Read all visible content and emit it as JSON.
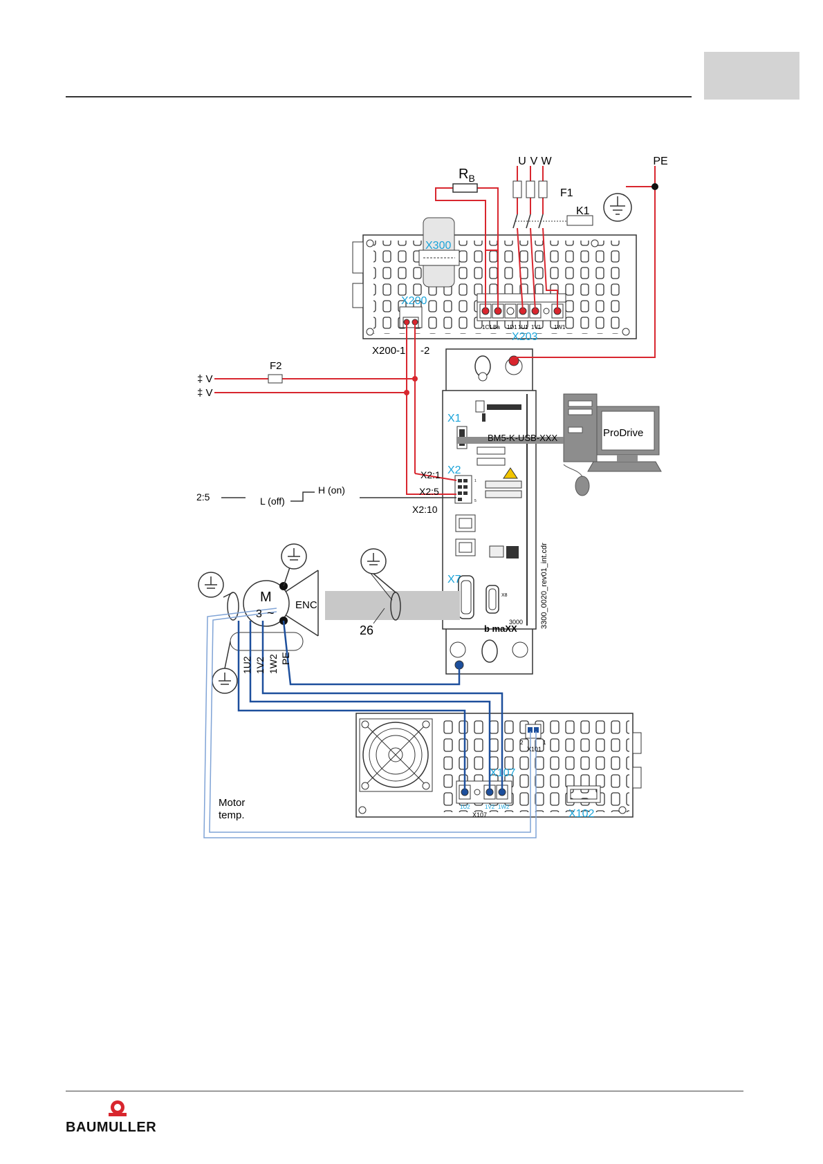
{
  "header": {
    "chapter_tab": ""
  },
  "footer": {
    "brand": "BAUMULLER"
  },
  "diagram": {
    "mains": {
      "u": "U",
      "v": "V",
      "w": "W",
      "pe": "PE"
    },
    "fuse_f1": "F1",
    "contactor_k1": "K1",
    "resistor": {
      "r": "R",
      "sub": "B"
    },
    "fuse_f2": "F2",
    "supply_plus": "‡ V",
    "supply_minus": "‡ V",
    "x300": "X300",
    "x200": "X200",
    "x200_1": "X200-1",
    "x200_2": "-2",
    "x203": "X203",
    "x203_terminals": [
      "1C1",
      "Ba",
      "1D1",
      "1U1",
      "1V1",
      "1W1"
    ],
    "x1": "X1",
    "x2": "X2",
    "x7": "X7",
    "usb_cable": "BM5-K-USB-XXX",
    "prodrive": "ProDrive",
    "x2_1": "X2:1",
    "x2_5": "X2:5",
    "x2_10": "X2:10",
    "enable_left": "2:5",
    "enable_low": "L (off)",
    "enable_high": "H (on)",
    "motor_m": "M",
    "motor_3": "3",
    "motor_tilde": "~",
    "encoder": "ENC",
    "cable_26": "26",
    "motor_leads": [
      "1U2",
      "1V2",
      "1W2",
      "PE"
    ],
    "x107": "X107",
    "x107_bottom": "X107",
    "x107_terminals": [
      "1U2",
      "1V2",
      "1W2"
    ],
    "x101": "X101",
    "x102": "X102",
    "x101_pins": [
      "2",
      "1"
    ],
    "motor_temp_1": "Motor",
    "motor_temp_2": "temp.",
    "drawing_ref": "3300_0020_rev01_int.cdr",
    "brand_device": "b maXX",
    "brand_series": "3000",
    "x8": "X8",
    "x2_pin_top": "1",
    "x2_pin_bottom": "5"
  },
  "colors": {
    "red_wire": "#d8262e",
    "blue_wire": "#1d4f9c",
    "cyan_label": "#1aa3d9",
    "cable_gray": "#c8c8c8",
    "pc_fill": "#8d8d8d"
  }
}
